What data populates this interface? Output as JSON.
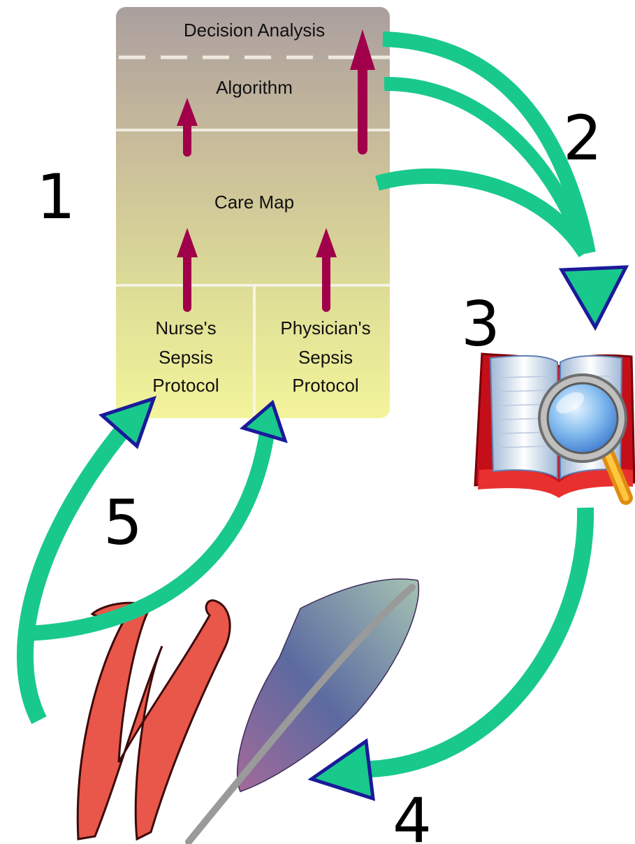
{
  "hierarchy": {
    "levels": {
      "decision_analysis": "Decision Analysis",
      "algorithm": "Algorithm",
      "care_map": "Care Map"
    },
    "protocols": {
      "nurse": [
        "Nurse's",
        "Sepsis",
        "Protocol"
      ],
      "physician": [
        "Physician's",
        "Sepsis",
        "Protocol"
      ]
    }
  },
  "step_numbers": {
    "one": "1",
    "two": "2",
    "three": "3",
    "four": "4",
    "five": "5"
  },
  "colors": {
    "green_arrow": "#19c98c",
    "green_arrow_outline": "#1a1a9a",
    "crimson_arrow": "#a0004a",
    "panel_top": "#aea3a2",
    "panel_bottom": "#f3f49a",
    "wiki_w": "#e8574a"
  },
  "icons": {
    "research": "book-magnifier-icon",
    "write": "quill-w-icon"
  }
}
